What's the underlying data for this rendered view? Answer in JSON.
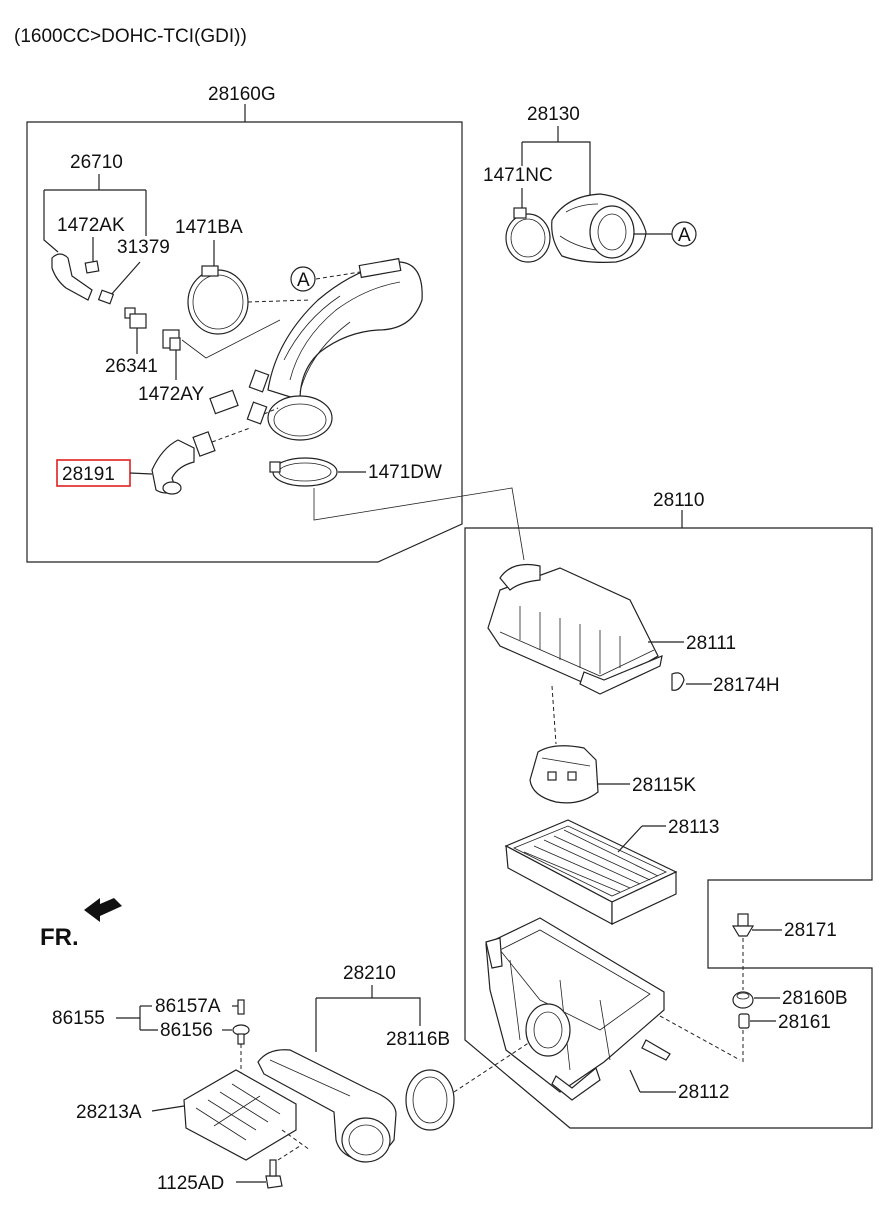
{
  "header": {
    "engine_spec": "(1600CC>DOHC-TCI(GDI))"
  },
  "labels": {
    "p28160G": "28160G",
    "p26710": "26710",
    "p1472AK": "1472AK",
    "p31379": "31379",
    "p1471BA": "1471BA",
    "p26341": "26341",
    "p1472AY": "1472AY",
    "p28191": "28191",
    "p1471DW": "1471DW",
    "p28130": "28130",
    "p1471NC": "1471NC",
    "ref_a": "A",
    "p28110": "28110",
    "p28111": "28111",
    "p28174H": "28174H",
    "p28115K": "28115K",
    "p28113": "28113",
    "p28171": "28171",
    "p28160B": "28160B",
    "p28161": "28161",
    "p28112": "28112",
    "p28210": "28210",
    "p28116B": "28116B",
    "p86155": "86155",
    "p86157A": "86157A",
    "p86156": "86156",
    "p28213A": "28213A",
    "p1125AD": "1125AD",
    "fr": "FR."
  },
  "highlighted_part": "28191",
  "colors": {
    "highlight": "#e02020",
    "ink": "#222222"
  }
}
